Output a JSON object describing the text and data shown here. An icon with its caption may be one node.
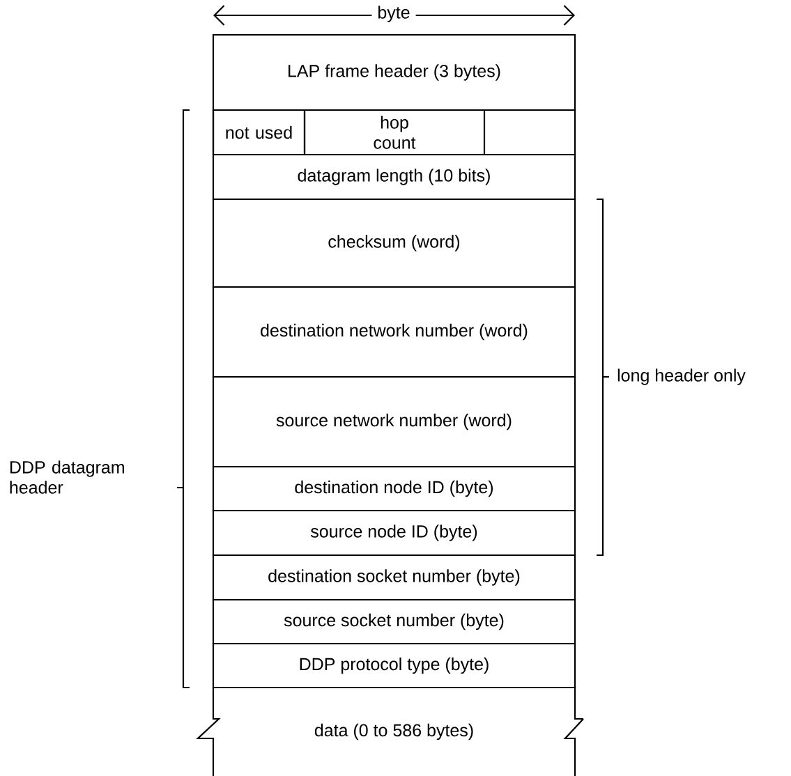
{
  "diagram": {
    "nodes": [
      {
        "text": [
          "LAP frame header (3 bytes)"
        ]
      },
      {
        "text": [
          "not used"
        ]
      },
      {
        "text": [
          "hop count"
        ]
      },
      {
        "text": [
          "datagram length (10 bits)"
        ]
      },
      {
        "text": [
          "checksum (word)"
        ]
      },
      {
        "text": [
          "destination network number (word)"
        ]
      },
      {
        "text": [
          "source network number (word)"
        ]
      },
      {
        "text": [
          "destination node ID (byte)"
        ]
      },
      {
        "text": [
          "source node ID (byte)"
        ]
      },
      {
        "text": [
          "destination socket number (byte)"
        ]
      },
      {
        "text": [
          "source socket number (byte)"
        ]
      },
      {
        "text": [
          "DDP protocol type (byte)"
        ]
      },
      {
        "text": [
          "data (0 to 586 bytes)"
        ]
      }
    ],
    "edges": [],
    "labels": [
      "byte",
      "DDP datagram header",
      "long header only"
    ]
  }
}
